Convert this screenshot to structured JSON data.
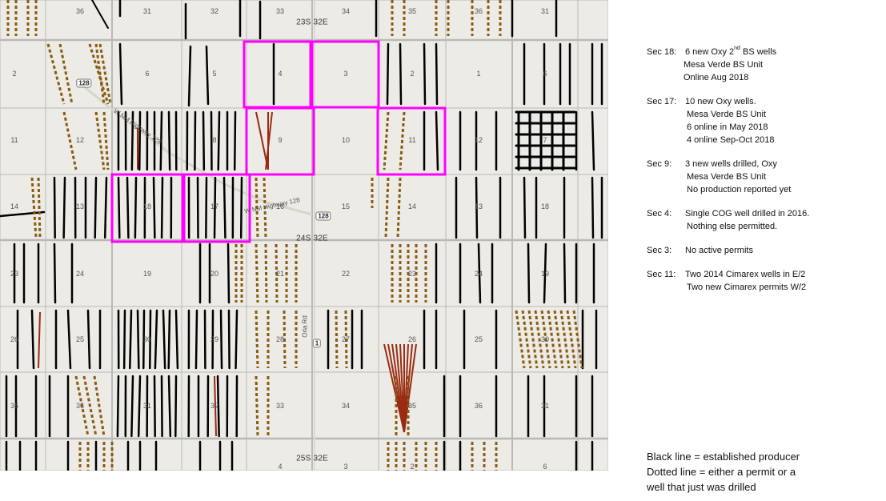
{
  "map": {
    "township_labels": [
      "23S 32E",
      "24S 32E",
      "25S 32E"
    ],
    "highway_shields": [
      "128",
      "128",
      "1"
    ],
    "road_labels": [
      "W NM Highway 128",
      "W NM Highway 128",
      "Orla Rd"
    ],
    "section_numbers": {
      "row0": [
        "36",
        "31",
        "32",
        "33",
        "34",
        "35",
        "36",
        "31"
      ],
      "row1": [
        "2",
        "6",
        "5",
        "4",
        "3",
        "2",
        "1",
        "6"
      ],
      "row2": [
        "11",
        "12",
        "8",
        "9",
        "10",
        "11",
        "12",
        "7"
      ],
      "row3": [
        "14",
        "13",
        "18",
        "17",
        "16",
        "15",
        "14",
        "13",
        "18"
      ],
      "row4": [
        "23",
        "24",
        "19",
        "20",
        "21",
        "22",
        "23",
        "24",
        "19"
      ],
      "row5": [
        "26",
        "25",
        "30",
        "29",
        "28",
        "27",
        "26",
        "25",
        "30"
      ],
      "row6": [
        "35",
        "36",
        "31",
        "32",
        "33",
        "34",
        "35",
        "36",
        "31"
      ],
      "row7": [
        "4",
        "3",
        "2",
        "6"
      ]
    },
    "highlight_color": "#ff00ff"
  },
  "notes": [
    {
      "head": "Sec 18:",
      "first": "6 new  Oxy 2",
      "sup": "nd",
      "first_tail": " BS wells",
      "lines": [
        "Mesa Verde  BS Unit",
        "Online Aug 2018"
      ]
    },
    {
      "head": "Sec 17:",
      "first": "10 new Oxy wells.",
      "lines": [
        "Mesa Verde  BS Unit",
        "6 online in May 2018",
        "4 online Sep-Oct 2018"
      ]
    },
    {
      "head": "Sec 9:",
      "first": "3 new wells drilled, Oxy",
      "lines": [
        "Mesa Verde  BS Unit",
        "No production reported yet"
      ]
    },
    {
      "head": "Sec 4:",
      "first": "Single COG well drilled in 2016.",
      "lines": [
        "Nothing else permitted."
      ]
    },
    {
      "head": "Sec 3:",
      "first": "No active permits",
      "lines": []
    },
    {
      "head": "Sec 11:",
      "first": "Two  2014 Cimarex wells in E/2",
      "lines": [
        "Two new Cimarex permits W/2"
      ]
    }
  ],
  "legend": {
    "line1": "Black line = established producer",
    "line2": "Dotted line = either a permit  or a",
    "line3": "well that just was drilled"
  },
  "colors": {
    "map_bg": "#ecebe6",
    "grid": "#b9b9b6",
    "well_black": "#000000",
    "permit_brown": "#8a5a10",
    "highlight": "#ff00ff"
  }
}
